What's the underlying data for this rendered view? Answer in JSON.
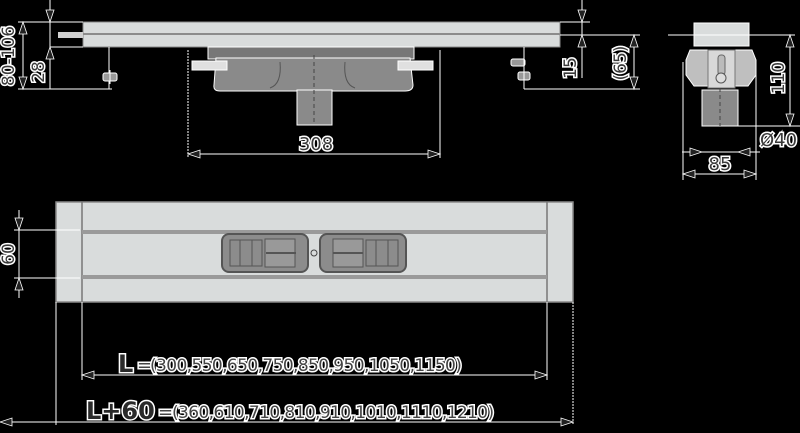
{
  "drawing": {
    "title": "Linear shower drain dimension drawing",
    "side_view": {
      "dim_total_height_range": "80-106",
      "dim_28": "28",
      "dim_15": "15",
      "dim_65": "(65)",
      "dim_width_308": "308"
    },
    "end_view": {
      "dim_110": "110",
      "dim_outlet_diameter": "Ø40",
      "dim_85": "85"
    },
    "top_view": {
      "dim_60": "60"
    },
    "length_formula": {
      "symbol": "L",
      "equals": "=",
      "values": "(300,550,650,750,850,950,1050,1150)"
    },
    "total_length_formula": {
      "symbol": "L+60",
      "equals": "=",
      "values": "(360,610,710,810,910,1010,1110,1210)"
    },
    "colors": {
      "background": "#000000",
      "lines": "#ffffff",
      "profile_fill": "#d9dcdc",
      "body_fill": "#8a8a8a",
      "dark_part": "#555555"
    }
  }
}
